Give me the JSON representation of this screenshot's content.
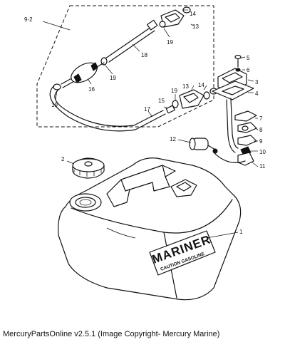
{
  "diagram": {
    "callouts": [
      "1",
      "2",
      "3",
      "4",
      "5",
      "6",
      "7",
      "8",
      "9",
      "10",
      "11",
      "12",
      "13",
      "14",
      "15",
      "16",
      "17",
      "18",
      "19",
      "9-2"
    ],
    "tank_label": {
      "brand": "MARINER",
      "warning": "CAUTION GASOLINE"
    }
  },
  "footer": {
    "caption": "MercuryPartsOnline v2.5.1 (Image Copyright- Mercury Marine)"
  }
}
